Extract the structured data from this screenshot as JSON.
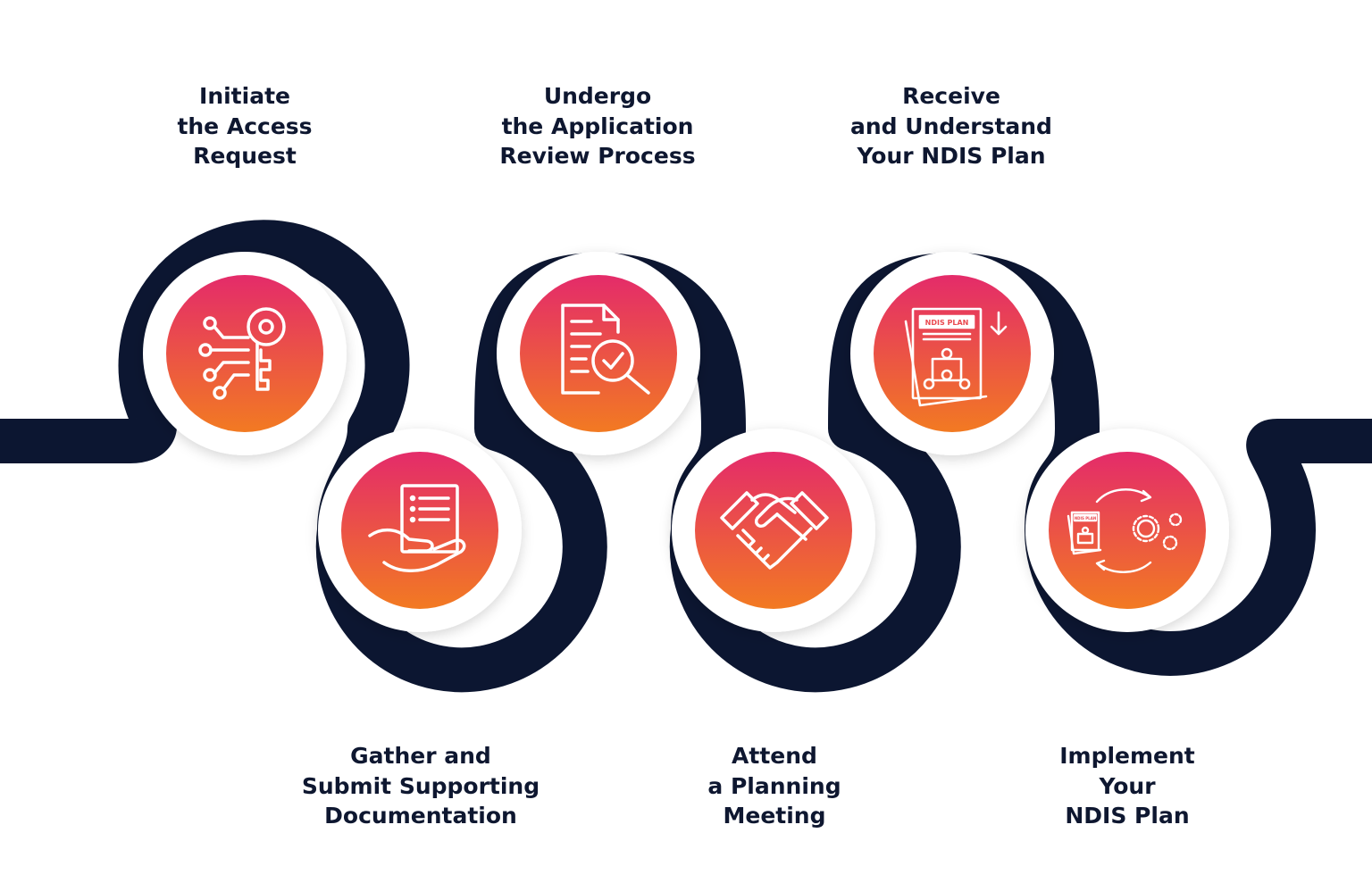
{
  "colors": {
    "path": "#0c1631",
    "gradient_top": "#e42b6a",
    "gradient_bottom": "#f27a22",
    "text": "#0e1730",
    "icon": "#ffffff"
  },
  "steps": [
    {
      "lines": [
        "Initiate",
        "the Access",
        "Request"
      ],
      "icon": "digital-key-icon"
    },
    {
      "lines": [
        "Gather and",
        "Submit Supporting",
        "Documentation"
      ],
      "icon": "document-in-hand-icon"
    },
    {
      "lines": [
        "Undergo",
        "the Application",
        "Review Process"
      ],
      "icon": "document-review-magnifier-icon"
    },
    {
      "lines": [
        "Attend",
        "a Planning",
        "Meeting"
      ],
      "icon": "handshake-icon"
    },
    {
      "lines": [
        "Receive",
        "and Understand",
        "Your NDIS Plan"
      ],
      "icon": "ndis-plan-download-icon",
      "icon_text": "NDIS PLAN"
    },
    {
      "lines": [
        "Implement",
        "Your",
        "NDIS Plan"
      ],
      "icon": "plan-gears-cycle-icon",
      "icon_text": "NDIS PLAN"
    }
  ]
}
